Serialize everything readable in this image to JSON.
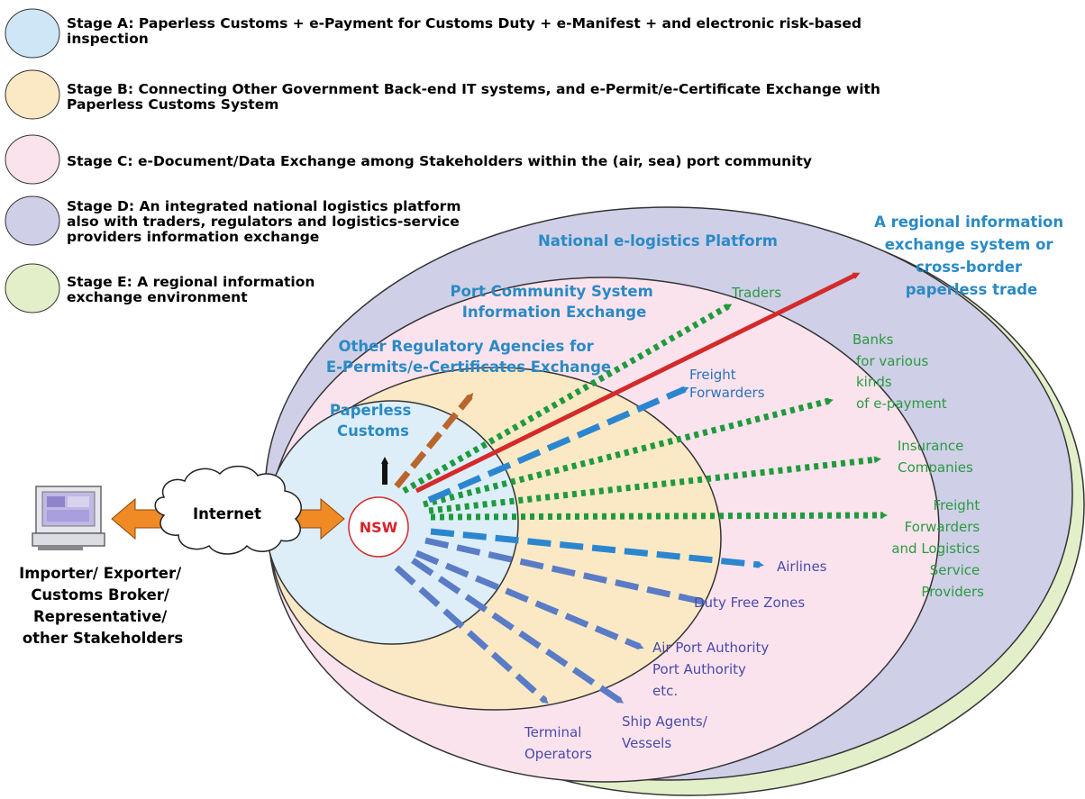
{
  "legend": [
    {
      "id": "a",
      "lines": [
        "Stage A:  Paperless Customs + e-Payment for Customs Duty + e-Manifest + and electronic risk-based",
        "inspection"
      ],
      "color": "#cfe6f7"
    },
    {
      "id": "b",
      "lines": [
        "Stage B:  Connecting Other Government Back-end IT systems, and e-Permit/e-Certificate Exchange with",
        "Paperless Customs System"
      ],
      "color": "#fbe9c6"
    },
    {
      "id": "c",
      "lines": [
        "Stage C:  e-Document/Data Exchange among Stakeholders within the (air, sea) port community"
      ],
      "color": "#fbe3ee"
    },
    {
      "id": "d",
      "lines": [
        "Stage D:  An integrated national logistics platform",
        "also with traders, regulators and logistics-service",
        "providers information exchange"
      ],
      "color": "#cfcfe8"
    },
    {
      "id": "e",
      "lines": [
        "Stage E:  A regional information",
        "exchange environment"
      ],
      "color": "#e3efc9"
    }
  ],
  "zones": {
    "regional": [
      "A regional information",
      "exchange system or",
      "cross-border",
      "paperless trade"
    ],
    "national": [
      "National e-logistics Platform"
    ],
    "pcs": [
      "Port Community System",
      "Information Exchange"
    ],
    "ora": [
      "Other Regulatory Agencies for",
      "E-Permits/e-Certificates Exchange"
    ],
    "customs": [
      "Paperless",
      "Customs"
    ]
  },
  "hub": {
    "label": "NSW"
  },
  "internet": {
    "label": "Internet"
  },
  "stakeholders": [
    "Importer/ Exporter/",
    "Customs Broker/",
    "Representative/",
    "other Stakeholders"
  ],
  "destinations": {
    "traders": [
      "Traders"
    ],
    "banks": [
      "Banks",
      "for various",
      "kinds",
      "of e-payment"
    ],
    "insurance": [
      "Insurance",
      "Companies"
    ],
    "logistics": [
      "Freight",
      "Forwarders",
      "and Logistics",
      "Service",
      "Providers"
    ],
    "freight_fwd": [
      "Freight",
      "Forwarders"
    ],
    "airlines": [
      "Airlines"
    ],
    "duty_free": [
      "Duty Free Zones"
    ],
    "port_auth": [
      "Air Port Authority",
      "Port Authority",
      "etc."
    ],
    "ship_agents": [
      "Ship Agents/",
      "Vessels"
    ],
    "terminal": [
      "Terminal",
      "Operators"
    ]
  },
  "colors": {
    "stage_e": "#e3efc9",
    "stage_d": "#cfcfe8",
    "stage_c": "#fbe3ee",
    "stage_b": "#fbe9c6",
    "stage_a": "#deeef9",
    "green_arrow": "#1f9a3c",
    "blue_arrow": "#2b86cf",
    "purple_arrow": "#5a7cc6",
    "red_arrow": "#d42a2a",
    "brown_arrow": "#b8662e",
    "orange_arrow": "#f08a24"
  }
}
